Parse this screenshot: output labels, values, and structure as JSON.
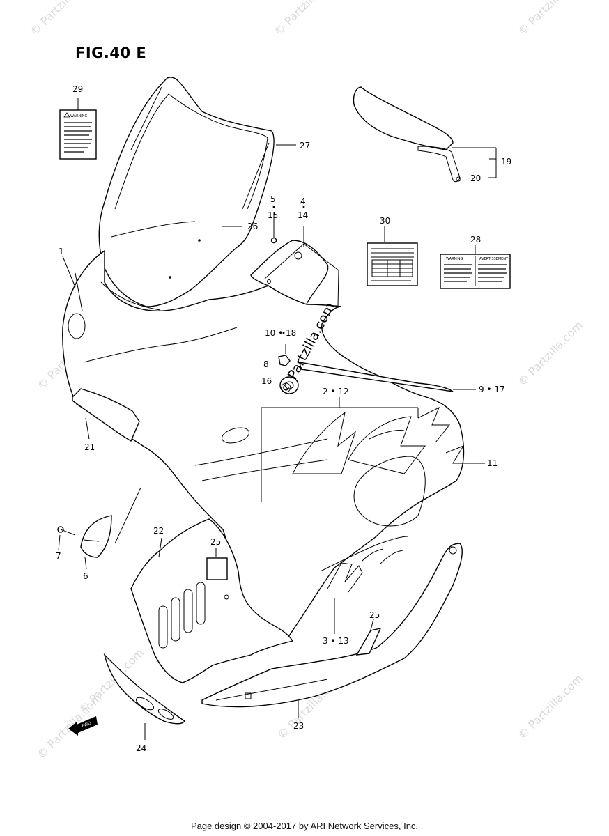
{
  "figure": {
    "title": "FIG.40 E",
    "footer": "Page design © 2004-2017 by ARI Network Services, Inc.",
    "watermark": "© Partzilla.com",
    "fwd_badge": "FWD",
    "warning_label_text": "WARNING",
    "label_28_left": "WARNING",
    "label_28_right": "AVERTISSEMENT"
  },
  "callouts": {
    "c1": "1",
    "c2_12": "2 • 12",
    "c3_13": "3 • 13",
    "c4": "4",
    "c14": "14",
    "c5": "5",
    "c15": "15",
    "c6": "6",
    "c7": "7",
    "c8": "8",
    "c9_17": "9 • 17",
    "c10_18": "10 • 18",
    "c11": "11",
    "c16": "16",
    "c19": "19",
    "c20": "20",
    "c21": "21",
    "c22": "22",
    "c23": "23",
    "c24": "24",
    "c25a": "25",
    "c25b": "25",
    "c26": "26",
    "c27": "27",
    "c28": "28",
    "c29": "29",
    "c30": "30"
  }
}
